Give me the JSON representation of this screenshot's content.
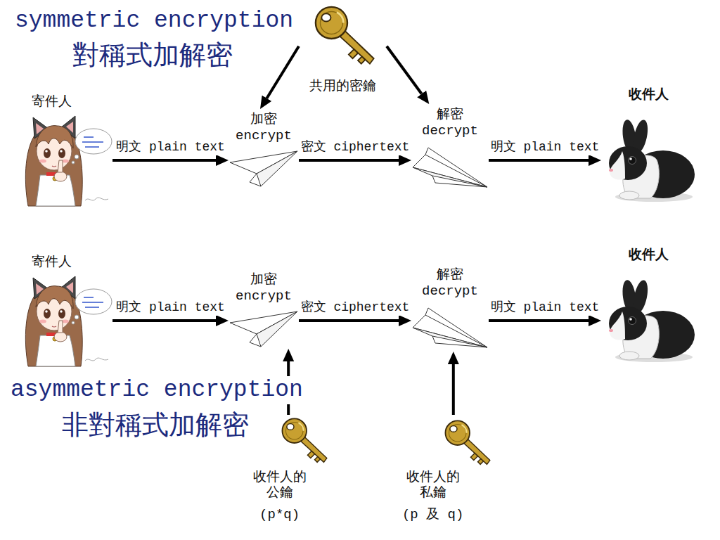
{
  "diagram": {
    "nodes": [
      {
        "text": [
          "共用的密鑰"
        ]
      },
      {
        "text": [
          "寄件人"
        ]
      },
      {
        "text": [
          "加密 encrypt"
        ]
      },
      {
        "text": [
          "解密 decrypt"
        ]
      },
      {
        "text": [
          "收件人"
        ]
      },
      {
        "text": [
          "寄件人"
        ]
      },
      {
        "text": [
          "加密 encrypt"
        ]
      },
      {
        "text": [
          "解密 decrypt"
        ]
      },
      {
        "text": [
          "收件人"
        ]
      },
      {
        "text": [
          "收件人的 公鑰",
          "(p*q)"
        ]
      },
      {
        "text": [
          "收件人的 私鑰",
          "(p 及 q)"
        ]
      }
    ],
    "edges": [
      {
        "from": 0,
        "to": 2,
        "arrow": "to"
      },
      {
        "from": 0,
        "to": 3,
        "arrow": "to"
      },
      {
        "from": 1,
        "to": 2,
        "label": "明文 plain text",
        "arrow": "to"
      },
      {
        "from": 2,
        "to": 3,
        "label": "密文 ciphertext",
        "arrow": "to"
      },
      {
        "from": 3,
        "to": 4,
        "label": "明文 plain text",
        "arrow": "to"
      },
      {
        "from": 5,
        "to": 6,
        "label": "明文 plain text",
        "arrow": "to"
      },
      {
        "from": 6,
        "to": 7,
        "label": "密文 ciphertext",
        "arrow": "to"
      },
      {
        "from": 7,
        "to": 8,
        "label": "明文 plain text",
        "arrow": "to"
      },
      {
        "from": 9,
        "to": 6,
        "arrow": "to"
      },
      {
        "from": 10,
        "to": 7,
        "arrow": "to"
      }
    ],
    "labels": [
      "symmetric encryption",
      "對稱式加解密",
      "asymmetric encryption",
      "非對稱式加解密"
    ]
  }
}
